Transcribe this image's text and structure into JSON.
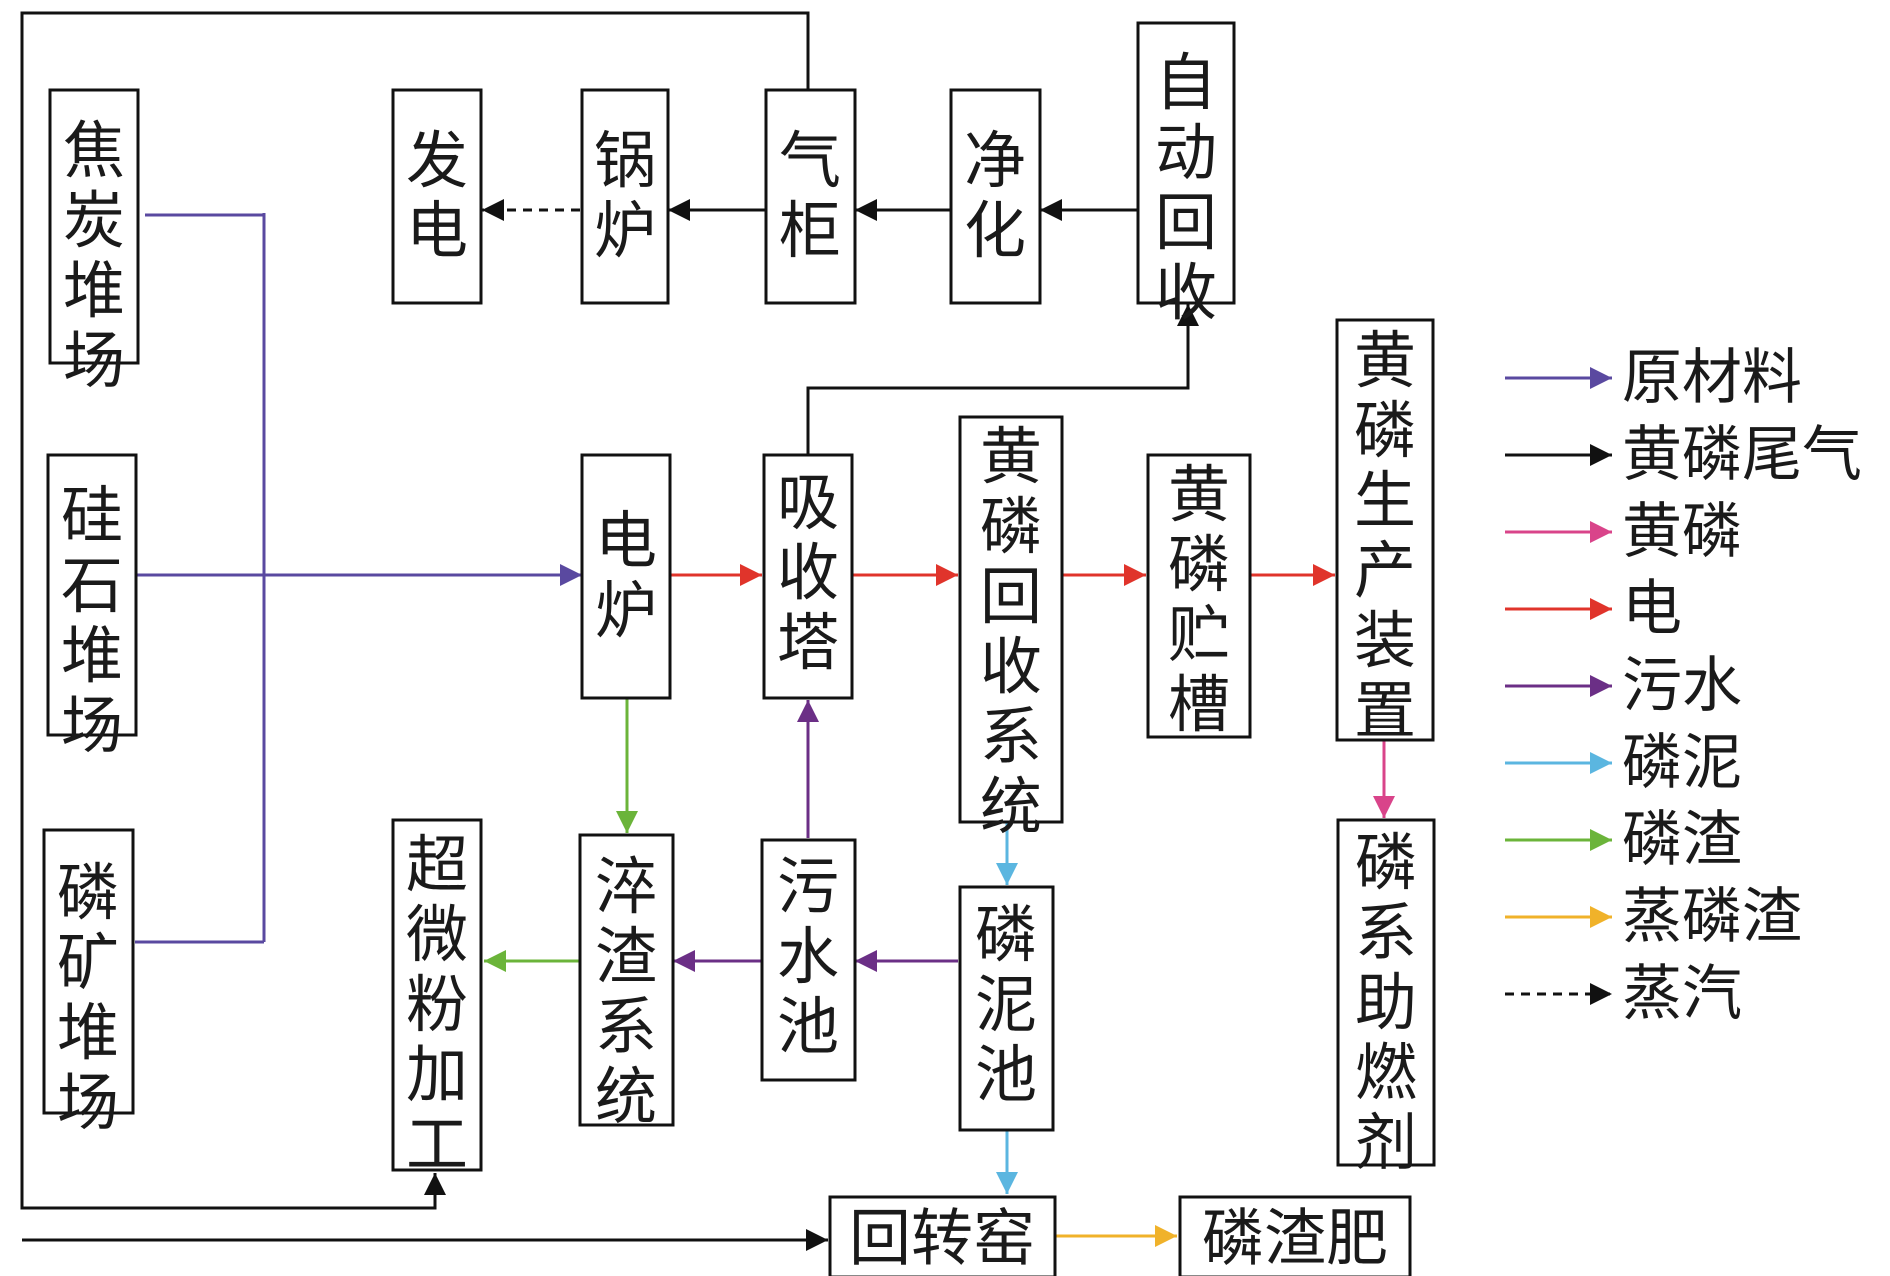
{
  "colors": {
    "raw_material": "#5a49a0",
    "tail_gas": "#111111",
    "yellow_phosphorus": "#d9448a",
    "electricity": "#e0342b",
    "sewage": "#6b2f86",
    "phosphorus_mud": "#5bb6e0",
    "phosphorus_slag": "#6bb43a",
    "steamed_slag": "#f0b22a",
    "steam": "#111111"
  },
  "nodes": {
    "coke_yard": "焦炭堆场",
    "silica_yard": "硅石堆场",
    "ore_yard": "磷矿堆场",
    "power_gen": "发电",
    "boiler": "锅炉",
    "gas_holder": "气柜",
    "purify": "净化",
    "auto_recovery": "自动回收",
    "furnace": "电炉",
    "absorber": "吸收塔",
    "p_recovery": "黄磷回收系统",
    "p_tank": "黄磷贮槽",
    "p_plant": "黄磷生产装置",
    "combustion_aid": "磷系助燃剂",
    "quench": "淬渣系统",
    "sewage_pool": "污水池",
    "mud_pool": "磷泥池",
    "ultrafine": "超微粉加工",
    "kiln": "回转窑",
    "slag_fert": "磷渣肥"
  },
  "legend": [
    {
      "label": "原材料",
      "color": "#5a49a0",
      "style": "solid"
    },
    {
      "label": "黄磷尾气",
      "color": "#111111",
      "style": "solid"
    },
    {
      "label": "黄磷",
      "color": "#d9448a",
      "style": "solid"
    },
    {
      "label": "电",
      "color": "#e0342b",
      "style": "solid"
    },
    {
      "label": "污水",
      "color": "#6b2f86",
      "style": "solid"
    },
    {
      "label": "磷泥",
      "color": "#5bb6e0",
      "style": "solid"
    },
    {
      "label": "磷渣",
      "color": "#6bb43a",
      "style": "solid"
    },
    {
      "label": "蒸磷渣",
      "color": "#f0b22a",
      "style": "solid"
    },
    {
      "label": "蒸汽",
      "color": "#111111",
      "style": "dashed"
    }
  ]
}
